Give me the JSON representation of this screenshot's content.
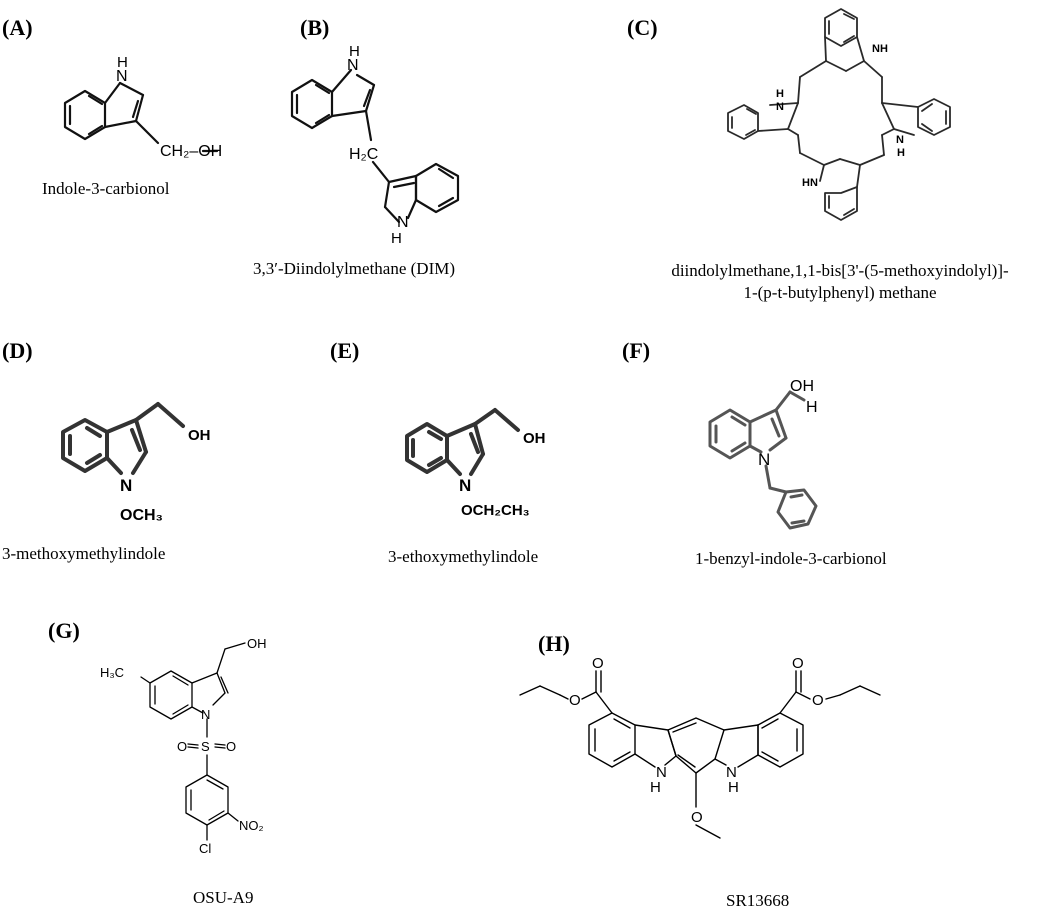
{
  "panels": [
    {
      "label": "(A)",
      "caption": "Indole-3-carbionol",
      "atoms": [
        "H",
        "N",
        "CH₂–OH"
      ]
    },
    {
      "label": "(B)",
      "caption": "3,3′-Diindolylmethane (DIM)",
      "atoms": [
        "H",
        "N",
        "H₂C",
        "N",
        "H"
      ]
    },
    {
      "label": "(C)",
      "caption_lines": [
        "diindolylmethane,1,1-bis[3'-(5-methoxyindolyl)]-",
        "1-(p-t-butylphenyl) methane"
      ],
      "atoms": [
        "NH",
        "H",
        "N",
        "N",
        "H",
        "HN"
      ]
    },
    {
      "label": "(D)",
      "caption": "3-methoxymethylindole",
      "atoms": [
        "N",
        "OH",
        "OCH₃"
      ]
    },
    {
      "label": "(E)",
      "caption": "3-ethoxymethylindole",
      "atoms": [
        "N",
        "OH",
        "OCH₂CH₃"
      ]
    },
    {
      "label": "(F)",
      "caption": "1-benzyl-indole-3-carbionol",
      "atoms": [
        "N",
        "OH",
        "H"
      ]
    },
    {
      "label": "(G)",
      "caption": "OSU-A9",
      "atoms": [
        "H₃C",
        "OH",
        "N",
        "S",
        "O",
        "O",
        "NO₂",
        "Cl"
      ]
    },
    {
      "label": "(H)",
      "caption": "SR13668",
      "atoms": [
        "O",
        "O",
        "O",
        "O",
        "N",
        "H",
        "N",
        "H",
        "O"
      ]
    }
  ]
}
